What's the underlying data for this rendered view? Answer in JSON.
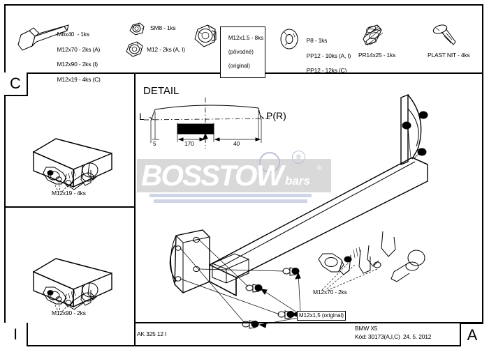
{
  "document": {
    "drawing_number": "AK 325 12 I",
    "vehicle": "BMW X5",
    "code_line": "Kód: 30173(A,I,C)  24. 5. 2012",
    "sheet_marker": "A"
  },
  "watermark": {
    "brand": "BOSSTOW",
    "sub": "bars",
    "registered": "®"
  },
  "parts": [
    {
      "icon": "hex-bolt-icon",
      "lines": [
        "M8x40  - 1ks",
        "M12x70 - 2ks (A)",
        "M12x90 - 2ks (I)",
        "M12x19 - 4ks (C)"
      ]
    },
    {
      "icon": "small-nut-icon",
      "lines": [
        "SM8 - 1ks"
      ]
    },
    {
      "icon": "hex-nut-icon",
      "lines": [
        "M12 - 2ks (A, I)"
      ]
    },
    {
      "icon": "large-hex-nut-icon",
      "lines": [
        "M12x1.5 - 8ks",
        "(pôvodné)",
        "(original)"
      ],
      "boxed": true
    },
    {
      "icon": "washer-icon",
      "lines": [
        "P8 - 1ks",
        "PP12 - 10ks (A, I)",
        "PP12 - 12ks (C)"
      ]
    },
    {
      "icon": "spring-icon",
      "lines": [
        "PR14x25 - 1ks"
      ]
    },
    {
      "icon": "plastic-rivet-icon",
      "lines": [
        "PLAST NIT - 4ks"
      ]
    }
  ],
  "detail": {
    "title": "DETAIL",
    "left_label": "L",
    "right_label": "P(R)",
    "dim_small": "5",
    "dim_mid": "170",
    "dim_right": "40"
  },
  "panels": [
    {
      "marker": "C",
      "note": "M12x19 - 4ks"
    },
    {
      "marker": "I",
      "note": "M12x90 - 2ks"
    }
  ],
  "main_view": {
    "note_bolt": "M12x70 - 2ks",
    "note_original": "M12x1,5 (original)"
  }
}
